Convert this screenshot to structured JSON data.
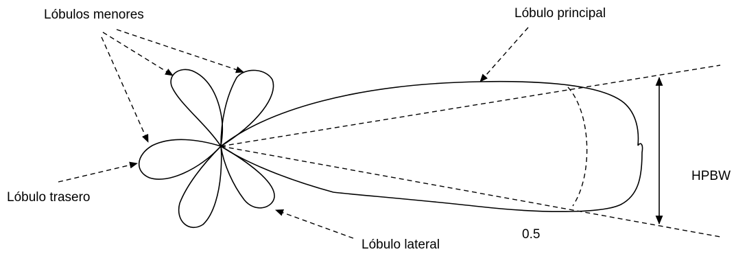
{
  "labels": {
    "minor_lobes": "Lóbulos menores",
    "main_lobe": "Lóbulo principal",
    "back_lobe": "Lóbulo trasero",
    "side_lobe": "Lóbulo lateral",
    "hpbw": "HPBW",
    "half_power": "0.5"
  }
}
